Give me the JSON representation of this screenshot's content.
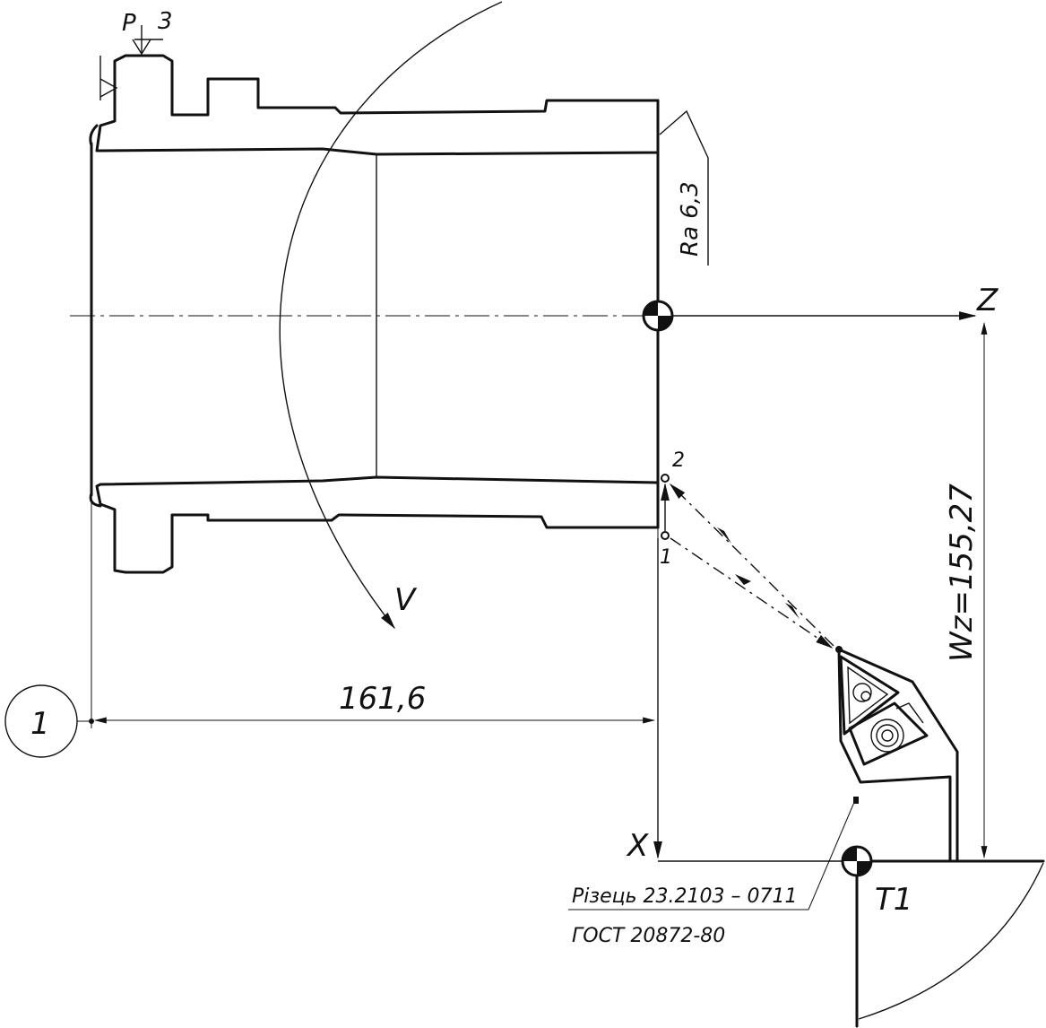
{
  "labels": {
    "roughness_symbol": "P",
    "roughness_value": "3",
    "surface_roughness": "Ra 6,3",
    "axis_z": "Z",
    "axis_x": "X",
    "velocity": "V",
    "dimension_length": "161,6",
    "dimension_wz": "Wz=155,27",
    "datum_number": "1",
    "point_1": "1",
    "point_2": "2",
    "tool_label": "T1",
    "tool_name": "Різець 23.2103 – 0711",
    "tool_standard": "ГОСТ 20872-80"
  }
}
